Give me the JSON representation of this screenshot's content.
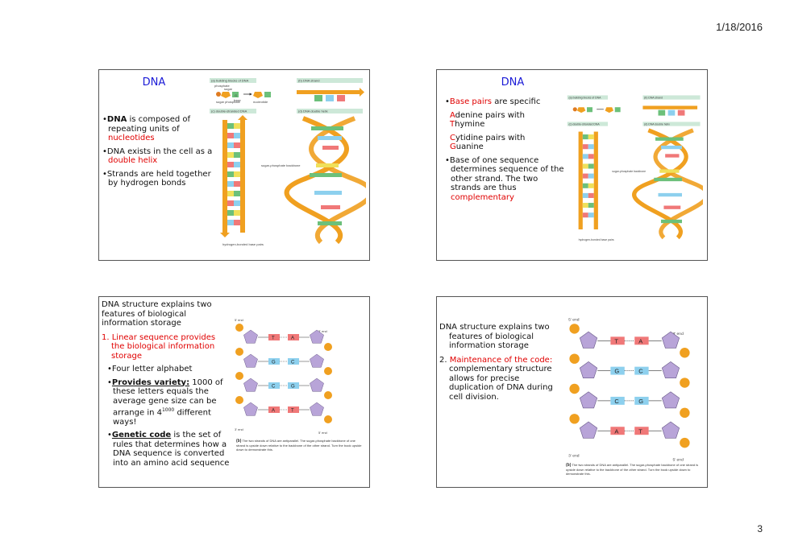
{
  "header": {
    "date": "1/18/2016"
  },
  "footer": {
    "page_number": "3"
  },
  "slide1": {
    "title": "DNA",
    "b1_pre": "DNA",
    "b1_mid": " is composed of repeating units of ",
    "b1_red": "nucleotides",
    "b2_pre": "DNA exists in the cell as a ",
    "b2_red": "double helix",
    "b3": "Strands are held together by hydrogen bonds",
    "fig": {
      "a": "(a)  building blocks of DNA",
      "b": "(b)  DNA strand",
      "c": "(c)  double-stranded DNA",
      "d": "(d)  DNA double helix",
      "phosphate": "phosphate",
      "sugar": "sugar",
      "base": "base",
      "sugar_phosphate": "sugar phosphate",
      "nucleotide": "nucleotide",
      "backbone": "sugar-phosphate backbone",
      "hbond": "hydrogen-bonded base pairs"
    }
  },
  "slide2": {
    "title": "DNA",
    "b1_red": "Base pairs",
    "b1_rest": " are specific",
    "l1_red": "A",
    "l1_rest": "denine pairs with",
    "l2_red": "T",
    "l2_rest": "hymine",
    "l3_red": "C",
    "l3_rest": "ytidine pairs with",
    "l4_red": "G",
    "l4_rest": "uanine",
    "b2": "Base of one sequence determines sequence of the other strand. The two strands are thus",
    "b2_red": "complementary"
  },
  "slide3": {
    "intro": "DNA structure explains two features of biological information storage",
    "n1": "1. Linear sequence provides the biological information storage",
    "s1": "Four letter alphabet",
    "s2_u": "Provides variety:",
    "s2_rest": " 1000 of these letters equals the average gene size can be arrange in 4",
    "s2_sup": "1000",
    "s2_end": " different ways!",
    "s3_u": "Genetic code",
    "s3_rest": " is the set of rules that determines how a DNA sequence is converted into an amino acid sequence"
  },
  "slide4": {
    "intro": "DNA structure explains two features of biological information storage",
    "n2_num": "2. ",
    "n2_red": "Maintenance of the code:",
    "n2_rest": " complementary structure allows for precise duplication of DNA during cell division."
  },
  "antiparallel_fig": {
    "caption_label": "(b)",
    "caption": "The two strands of DNA are antiparallel. The sugar-phosphate backbone of one strand is upside down relative to the backbone of the other strand. Turn the book upside down to demonstrate this.",
    "end5": "5' end",
    "end3": "3' end",
    "pairs": [
      [
        "T",
        "A"
      ],
      [
        "G",
        "C"
      ],
      [
        "C",
        "G"
      ],
      [
        "A",
        "T"
      ]
    ]
  },
  "colors": {
    "title_blue": "#1a1ad6",
    "accent_red": "#e00000",
    "backbone_orange": "#f0a020"
  }
}
